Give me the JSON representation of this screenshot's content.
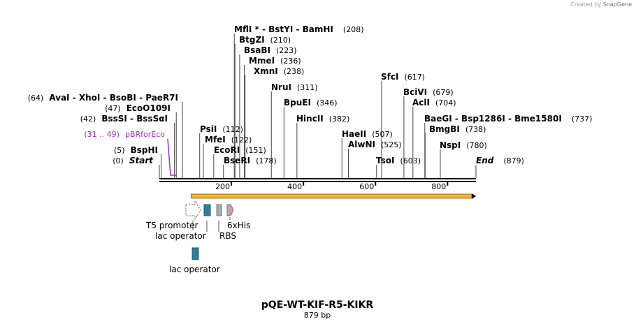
{
  "credit": {
    "prefix": "Created by",
    "brand": "SnapGene"
  },
  "plasmid": {
    "name": "pQE-WT-KIF-R5-KIKR",
    "length_label": "879 bp",
    "length": 879
  },
  "enzymes": [
    {
      "id": "mfli",
      "names": [
        "MflI *",
        "BstYI",
        "BamHI"
      ],
      "pos": "(208)",
      "cuts": [
        208,
        208,
        208
      ]
    },
    {
      "id": "btgzi",
      "names": [
        "BtgZI"
      ],
      "pos": "(210)",
      "cuts": [
        210
      ]
    },
    {
      "id": "bsabi",
      "names": [
        "BsaBI"
      ],
      "pos": "(223)",
      "cuts": [
        223
      ]
    },
    {
      "id": "mmei",
      "names": [
        "MmeI"
      ],
      "pos": "(236)",
      "cuts": [
        236
      ]
    },
    {
      "id": "xmni",
      "names": [
        "XmnI"
      ],
      "pos": "(238)",
      "cuts": [
        238
      ]
    },
    {
      "id": "nrui",
      "names": [
        "NruI"
      ],
      "pos": "(311)",
      "cuts": [
        311
      ]
    },
    {
      "id": "bpuei",
      "names": [
        "BpuEI"
      ],
      "pos": "(346)",
      "cuts": [
        346
      ]
    },
    {
      "id": "hincii",
      "names": [
        "HincII"
      ],
      "pos": "(382)",
      "cuts": [
        382
      ]
    },
    {
      "id": "sfci",
      "names": [
        "SfcI"
      ],
      "pos": "(617)",
      "cuts": [
        617
      ]
    },
    {
      "id": "bcivi",
      "names": [
        "BciVI"
      ],
      "pos": "(679)",
      "cuts": [
        679
      ]
    },
    {
      "id": "acli",
      "names": [
        "AclI"
      ],
      "pos": "(704)",
      "cuts": [
        704
      ]
    },
    {
      "id": "baegi",
      "names": [
        "BaeGI",
        "Bsp1286I",
        "Bme1580I"
      ],
      "pos": "(737)",
      "cuts": [
        737,
        737,
        737
      ]
    },
    {
      "id": "bmgbi",
      "names": [
        "BmgBI"
      ],
      "pos": "(738)",
      "cuts": [
        738
      ]
    },
    {
      "id": "nspi",
      "names": [
        "NspI"
      ],
      "pos": "(780)",
      "cuts": [
        780
      ]
    },
    {
      "id": "avai",
      "names": [
        "AvaI",
        "XhoI",
        "BsoBI",
        "PaeR7I"
      ],
      "pos": "(64)",
      "cuts": [
        64,
        64,
        64,
        64
      ]
    },
    {
      "id": "ecoo109i",
      "names": [
        "EcoO109I"
      ],
      "pos": "(47)",
      "cuts": [
        47
      ]
    },
    {
      "id": "bsssi",
      "names": [
        "BssSI",
        "BssSαI"
      ],
      "pos": "(42)",
      "cuts": [
        42,
        42
      ]
    },
    {
      "id": "bsphi",
      "names": [
        "BspHI"
      ],
      "pos": "(5)",
      "cuts": [
        5
      ]
    },
    {
      "id": "psti",
      "names": [
        "PsiI"
      ],
      "pos": "(112)",
      "cuts": [
        112
      ]
    },
    {
      "id": "mfei",
      "names": [
        "MfeI"
      ],
      "pos": "(122)",
      "cuts": [
        122
      ]
    },
    {
      "id": "ecori",
      "names": [
        "EcoRI"
      ],
      "pos": "(151)",
      "cuts": [
        151
      ]
    },
    {
      "id": "bseri",
      "names": [
        "BseRI"
      ],
      "pos": "(178)",
      "cuts": [
        178
      ]
    },
    {
      "id": "haeii",
      "names": [
        "HaeII"
      ],
      "pos": "(507)",
      "cuts": [
        507
      ]
    },
    {
      "id": "alwni",
      "names": [
        "AlwNI"
      ],
      "pos": "(525)",
      "cuts": [
        525
      ]
    },
    {
      "id": "tsoi",
      "names": [
        "TsoI"
      ],
      "pos": "(603)",
      "cuts": [
        603
      ]
    }
  ],
  "start": {
    "label": "Start",
    "pos": "(0)"
  },
  "end": {
    "label": "End",
    "pos": "(879)"
  },
  "primer": {
    "label": "pBRforEco",
    "range": "(31 .. 49)",
    "from": 31,
    "to": 49,
    "color": "#9b30d9"
  },
  "ticks": [
    200,
    400,
    600,
    800
  ],
  "orf": {
    "from": 88,
    "to": 879,
    "color": "#f0b437"
  },
  "features": [
    {
      "id": "t5-promoter",
      "label": "T5 promoter",
      "color": "#ffffff"
    },
    {
      "id": "lac-operator-1",
      "label": "lac operator",
      "color": "#2f7d9a"
    },
    {
      "id": "rbs",
      "label": "RBS",
      "color": "#a7a9ac"
    },
    {
      "id": "6xhis",
      "label": "6xHis",
      "color": "#c7a0b8"
    },
    {
      "id": "lac-operator-2",
      "label": "lac operator",
      "color": "#2f7d9a"
    }
  ],
  "colors": {
    "backbone": "#000000",
    "primer": "#9b30d9",
    "orf": "#f0b437"
  }
}
